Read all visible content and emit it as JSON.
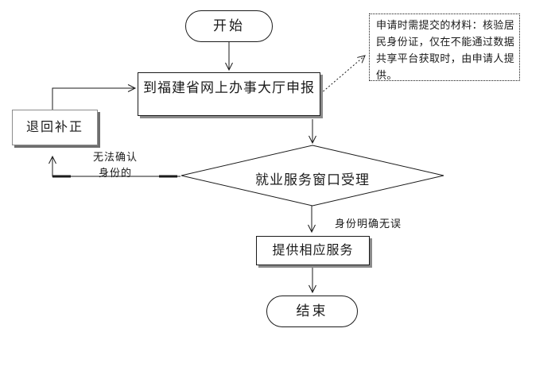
{
  "colors": {
    "background": "#ffffff",
    "line": "#1a1a1a",
    "border": "#1a1a1a",
    "muted_border": "#8c8c8c",
    "shadow": "#8a8a8a",
    "text": "#1a1a1a"
  },
  "nodes": {
    "start": {
      "type": "terminator",
      "label": "开始"
    },
    "declare": {
      "type": "process",
      "label": "到福建省网上办事大厅申报"
    },
    "return_correction": {
      "type": "process",
      "label": "退回补正"
    },
    "decision": {
      "type": "decision",
      "label": "就业服务窗口受理"
    },
    "provide_service": {
      "type": "process",
      "label": "提供相应服务"
    },
    "end": {
      "type": "terminator",
      "label": "结束"
    }
  },
  "edge_labels": {
    "cannot_confirm": "无法确认\n身份的",
    "identity_confirmed": "身份明确无误"
  },
  "annotation": {
    "text": "申请时需提交的材料：核验居\n民身份证，仅在不能通过数据\n共享平台获取时，由申请人提\n供。"
  }
}
